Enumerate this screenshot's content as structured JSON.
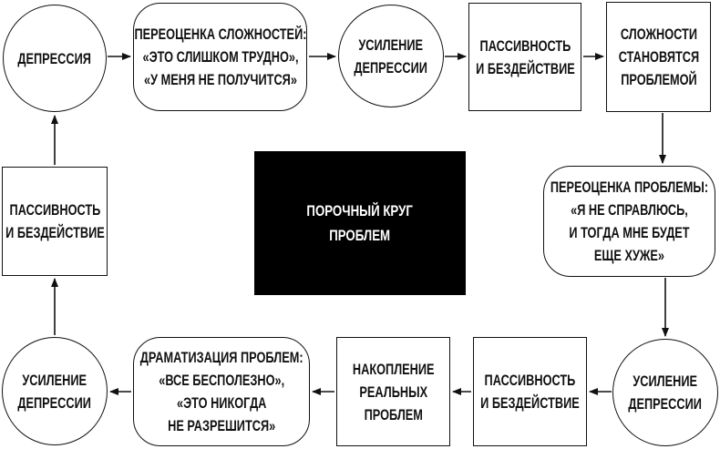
{
  "diagram": {
    "center_label": "ПОРОЧНЫЙ КРУГ\nПРОБЛЕМ",
    "nodes": {
      "depression": "ДЕПРЕССИЯ",
      "overestimation_of_difficulties": "ПЕРЕОЦЕНКА СЛОЖНОСТЕЙ:\n«ЭТО СЛИШКОМ ТРУДНО»,\n«У МЕНЯ НЕ ПОЛУЧИТСЯ»",
      "intensified_depression_top": "УСИЛЕНИЕ\nДЕПРЕССИИ",
      "passivity_top": "ПАССИВНОСТЬ\nИ БЕЗДЕЙСТВИЕ",
      "difficulties_become_problem": "СЛОЖНОСТИ\nСТАНОВЯТСЯ\nПРОБЛЕМОЙ",
      "overestimation_of_problem": "ПЕРЕОЦЕНКА ПРОБЛЕМЫ:\n«Я НЕ СПРАВЛЮСЬ,\nИ ТОГДА МНЕ БУДЕТ\nЕЩЕ ХУЖЕ»",
      "intensified_depression_right": "УСИЛЕНИЕ\nДЕПРЕССИИ",
      "passivity_bottom": "ПАССИВНОСТЬ\nИ БЕЗДЕЙСТВИЕ",
      "accumulation_of_problems": "НАКОПЛЕНИЕ\nРЕАЛЬНЫХ\nПРОБЛЕМ",
      "dramatization_of_problems": "ДРАМАТИЗАЦИЯ ПРОБЛЕМ:\n«ВСЕ БЕСПОЛЕЗНО»,\n«ЭТО НИКОГДА\nНЕ РАЗРЕШИТСЯ»",
      "intensified_depression_left": "УСИЛЕНИЕ\nДЕПРЕССИИ",
      "passivity_left": "ПАССИВНОСТЬ\nИ БЕЗДЕЙСТВИЕ"
    },
    "colors": {
      "stroke": "#111111",
      "node_fill": "#ffffff",
      "center_box_fill": "#000000",
      "center_box_text": "#ffffff",
      "background": "#ffffff"
    }
  }
}
